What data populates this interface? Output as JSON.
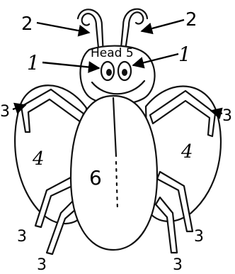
{
  "labels": {
    "antenna_left": "2",
    "antenna_right": "2",
    "head": "Head 5",
    "eye_left": "1",
    "eye_right": "1",
    "leg_upper_left": "3",
    "leg_upper_right": "3",
    "wing_left": "4",
    "wing_right": "4",
    "body": "6",
    "leg_lower_left_a": "3",
    "leg_lower_left_b": "3",
    "leg_lower_right_a": "3",
    "leg_lower_right_b": "3"
  }
}
